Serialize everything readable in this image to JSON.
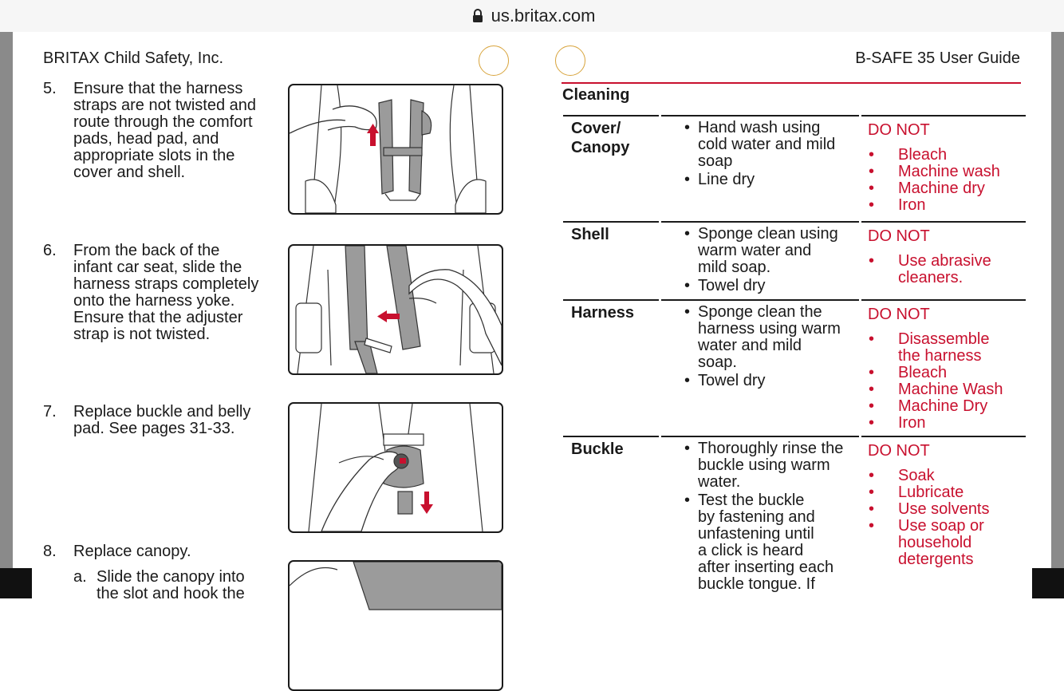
{
  "browser": {
    "url": "us.britax.com"
  },
  "left_page": {
    "header": "BRITAX Child Safety, Inc.",
    "steps": [
      {
        "num": "5.",
        "text": "Ensure that the harness\nstraps are not twisted and\nroute through the comfort\npads, head pad, and\nappropriate slots in the\ncover and shell."
      },
      {
        "num": "6.",
        "text": "From the back of the\ninfant car seat, slide the\nharness straps completely\nonto the harness yoke.\nEnsure that the adjuster\nstrap is not twisted."
      },
      {
        "num": "7.",
        "text": "Replace buckle and belly\npad. See pages 31-33."
      },
      {
        "num": "8.",
        "text": "Replace canopy."
      }
    ],
    "substeps": [
      {
        "num": "a.",
        "text": "Slide the canopy into\nthe slot and hook the"
      }
    ]
  },
  "right_page": {
    "header": "B-SAFE 35 User Guide",
    "section_title": "Cleaning",
    "rows": [
      {
        "item": "Cover/\nCanopy",
        "steps": [
          "Hand wash using\ncold water and mild\nsoap",
          "Line dry"
        ],
        "donot_title": "DO NOT",
        "donot": [
          "Bleach",
          "Machine wash",
          "Machine dry",
          "Iron"
        ]
      },
      {
        "item": "Shell",
        "steps": [
          "Sponge clean using\nwarm water and\nmild soap.",
          "Towel dry"
        ],
        "donot_title": "DO NOT",
        "donot": [
          "Use abrasive\ncleaners."
        ]
      },
      {
        "item": "Harness",
        "steps": [
          "Sponge clean the\nharness using warm\nwater and mild\nsoap.",
          "Towel dry"
        ],
        "donot_title": "DO NOT",
        "donot": [
          "Disassemble\nthe harness",
          "Bleach",
          "Machine Wash",
          "Machine Dry",
          "Iron"
        ]
      },
      {
        "item": "Buckle",
        "steps": [
          "Thoroughly rinse the\nbuckle using warm\nwater.",
          "Test the buckle\nby fastening and\nunfastening until\na click is heard\nafter inserting each\nbuckle tongue. If"
        ],
        "donot_title": "DO NOT",
        "donot": [
          "Soak",
          "Lubricate",
          "Use solvents",
          "Use soap or\nhousehold\ndetergents"
        ]
      }
    ]
  },
  "colors": {
    "accent_red": "#c8102e",
    "ring_gold": "#d8a43c",
    "strap_gray": "#9b9b9b"
  }
}
